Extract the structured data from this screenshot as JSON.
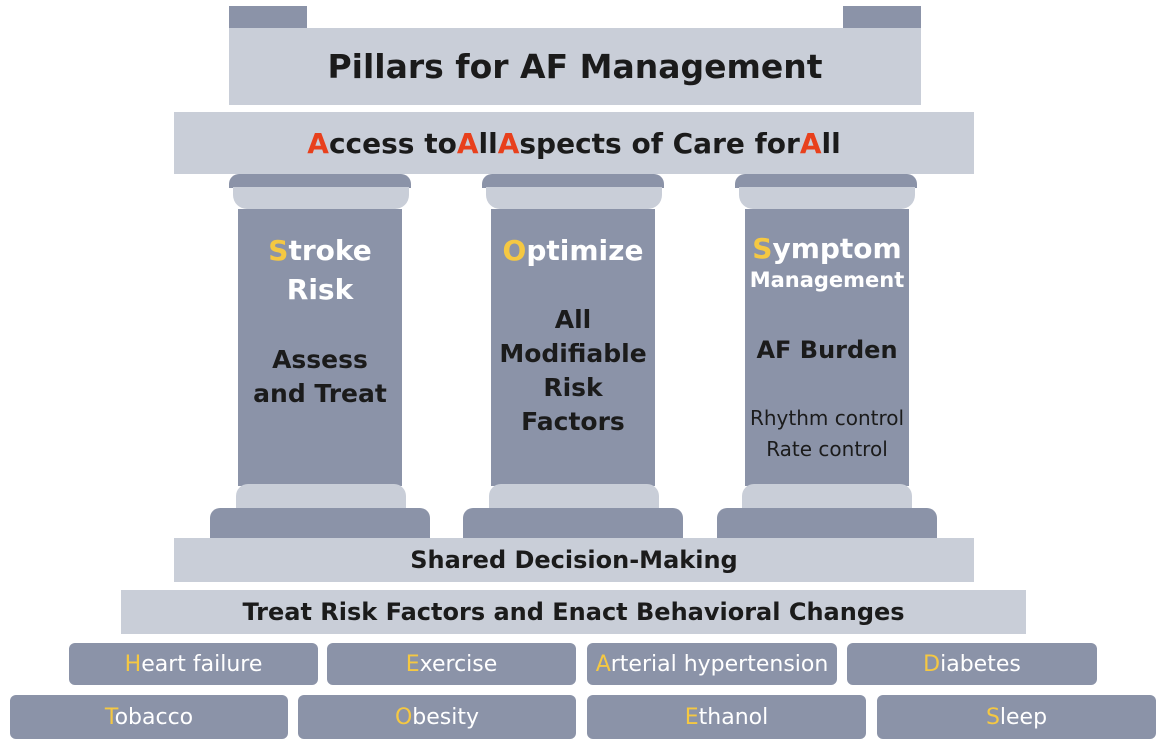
{
  "title": "Pillars for AF Management",
  "access": {
    "parts": [
      {
        "cap": "A",
        "rest": "ccess to "
      },
      {
        "cap": "A",
        "rest": "ll "
      },
      {
        "cap": "A",
        "rest": "spects of Care for "
      },
      {
        "cap": "A",
        "rest": "ll"
      }
    ]
  },
  "pillars": [
    {
      "head_cap": "S",
      "head_rest": "troke",
      "head_line2": "Risk",
      "body_lines": [
        "Assess",
        "and Treat"
      ]
    },
    {
      "head_cap": "O",
      "head_rest": "ptimize",
      "body_lines": [
        "All",
        "Modifiable",
        "Risk",
        "Factors"
      ]
    },
    {
      "head_cap": "S",
      "head_rest": "ymptom",
      "head_line2": "Management",
      "body_lines": [
        "AF Burden"
      ],
      "small_lines": [
        "Rhythm control",
        "Rate control"
      ]
    }
  ],
  "shared": "Shared Decision-Making",
  "treat": "Treat Risk Factors and Enact Behavioral Changes",
  "bricks_row1": [
    {
      "cap": "H",
      "rest": "eart failure"
    },
    {
      "cap": "E",
      "rest": "xercise"
    },
    {
      "cap": "A",
      "rest": "rterial hypertension"
    },
    {
      "cap": "D",
      "rest": "iabetes"
    }
  ],
  "bricks_row2": [
    {
      "cap": "T",
      "rest": "obacco"
    },
    {
      "cap": "O",
      "rest": "besity"
    },
    {
      "cap": "E",
      "rest": "thanol"
    },
    {
      "cap": "S",
      "rest": "leep"
    }
  ],
  "colors": {
    "accent_red": "#e8401c",
    "accent_yellow": "#f5c842",
    "pillar": "#8b93a8",
    "light": "#c9ced8"
  }
}
